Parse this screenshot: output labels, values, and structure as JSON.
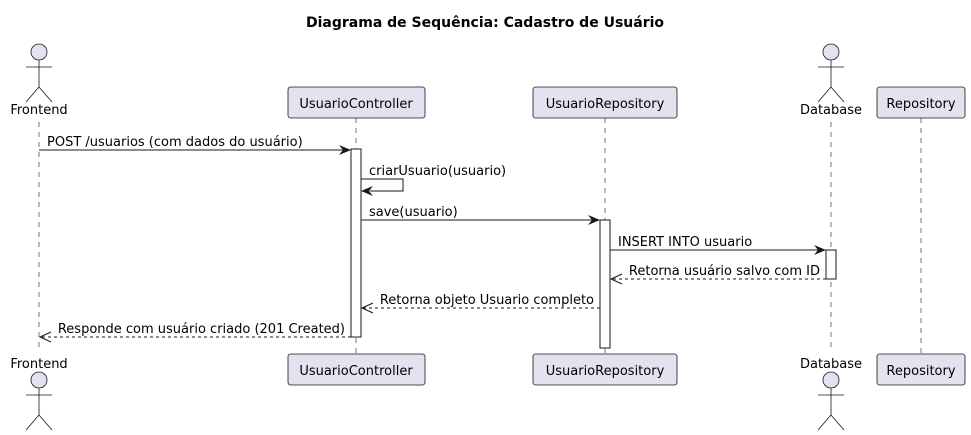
{
  "title": "Diagrama de Sequência: Cadastro de Usuário",
  "participants": {
    "frontend": {
      "name": "Frontend",
      "kind": "actor"
    },
    "controller": {
      "name": "UsuarioController",
      "kind": "participant"
    },
    "repository": {
      "name": "UsuarioRepository",
      "kind": "participant"
    },
    "database": {
      "name": "Database",
      "kind": "actor"
    },
    "repository2": {
      "name": "Repository",
      "kind": "participant"
    }
  },
  "messages": [
    {
      "from": "frontend",
      "to": "controller",
      "text": "POST /usuarios (com dados do usuário)",
      "style": "solid"
    },
    {
      "from": "controller",
      "to": "controller",
      "text": "criarUsuario(usuario)",
      "style": "solid"
    },
    {
      "from": "controller",
      "to": "repository",
      "text": "save(usuario)",
      "style": "solid"
    },
    {
      "from": "repository",
      "to": "database",
      "text": "INSERT INTO usuario",
      "style": "solid"
    },
    {
      "from": "database",
      "to": "repository",
      "text": "Retorna usuário salvo com ID",
      "style": "dashed"
    },
    {
      "from": "repository",
      "to": "controller",
      "text": "Retorna objeto Usuario completo",
      "style": "dashed"
    },
    {
      "from": "controller",
      "to": "frontend",
      "text": "Responde com usuário criado (201 Created)",
      "style": "dashed"
    }
  ],
  "colors": {
    "participant_fill": "#E2E2F0",
    "stroke": "#181818",
    "background": "#FFFFFF"
  }
}
